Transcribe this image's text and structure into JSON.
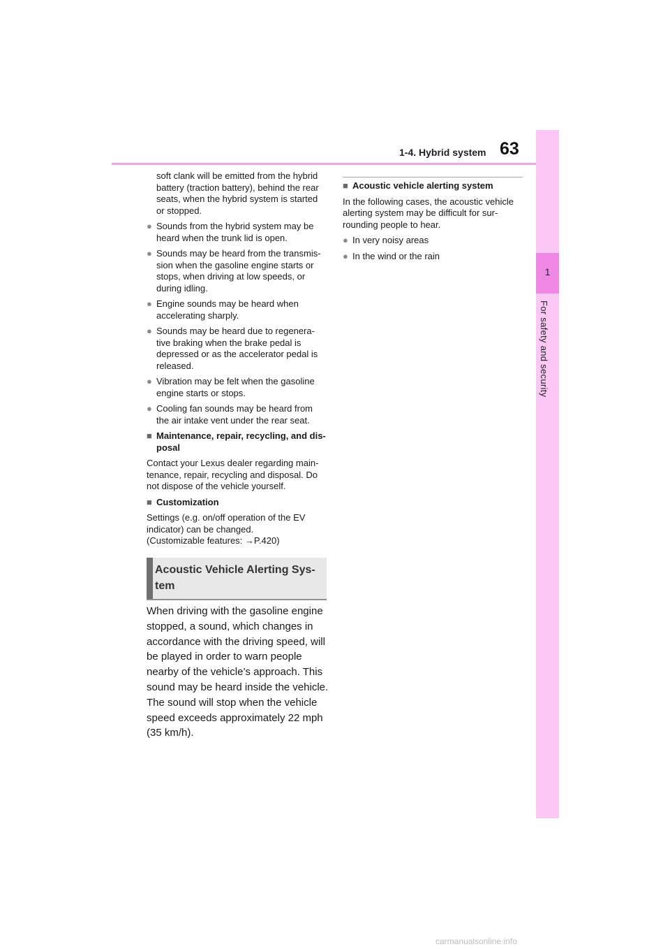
{
  "header": {
    "section_title": "1-4. Hybrid system",
    "page_number": "63"
  },
  "side_tab": {
    "chapter_number": "1",
    "chapter_label": "For safety and security"
  },
  "left_column": {
    "continuation_lines": [
      "soft clank will be emitted from the hybrid",
      "battery (traction battery), behind the rear",
      "seats, when the hybrid system is started",
      "or stopped."
    ],
    "bullets": [
      {
        "lines": [
          "Sounds from the hybrid system may be",
          "heard when the trunk lid is open."
        ]
      },
      {
        "lines": [
          "Sounds may be heard from the transmis-",
          "sion when the gasoline engine starts or",
          "stops, when driving at low speeds, or",
          "during idling."
        ]
      },
      {
        "lines": [
          "Engine sounds may be heard when",
          "accelerating sharply."
        ]
      },
      {
        "lines": [
          "Sounds may be heard due to regenera-",
          "tive braking when the brake pedal is",
          "depressed or as the accelerator pedal is",
          "released."
        ]
      },
      {
        "lines": [
          "Vibration may be felt when the gasoline",
          "engine starts or stops."
        ]
      },
      {
        "lines": [
          "Cooling fan sounds may be heard from",
          "the air intake vent under the rear seat."
        ]
      }
    ],
    "maintenance": {
      "heading_lines": [
        "Maintenance, repair, recycling, and dis-",
        "posal"
      ],
      "body_lines": [
        "Contact your Lexus dealer regarding main-",
        "tenance, repair, recycling and disposal. Do",
        "not dispose of the vehicle yourself."
      ]
    },
    "customization": {
      "heading": "Customization",
      "body_lines": [
        "Settings (e.g. on/off operation of the EV",
        "indicator) can be changed.",
        "(Customizable features: →P.420)"
      ]
    },
    "box_title_lines": [
      "Acoustic Vehicle Alerting Sys-",
      "tem"
    ],
    "body_large_lines": [
      "When driving with the gasoline engine",
      "stopped, a sound, which changes in",
      "accordance with the driving speed, will",
      "be played in order to warn people",
      "nearby of the vehicle’s approach. This",
      "sound may be heard inside the vehicle.",
      "The sound will stop when the vehicle",
      "speed exceeds approximately 22 mph",
      "(35 km/h)."
    ]
  },
  "right_column": {
    "heading": "Acoustic vehicle alerting system",
    "body_lines": [
      "In the following cases, the acoustic vehicle",
      "alerting system may be difficult for sur-",
      "rounding people to hear."
    ],
    "bullets": [
      "In very noisy areas",
      "In the wind or the rain"
    ]
  },
  "markers": {
    "bullet_glyph": "●",
    "heading_glyph": "■"
  },
  "footer": "carmanualsonline.info",
  "colors": {
    "accent_pink": "#f2a6ea",
    "side_tab": "#fbc8f5",
    "side_tab_number": "#f087e2"
  }
}
